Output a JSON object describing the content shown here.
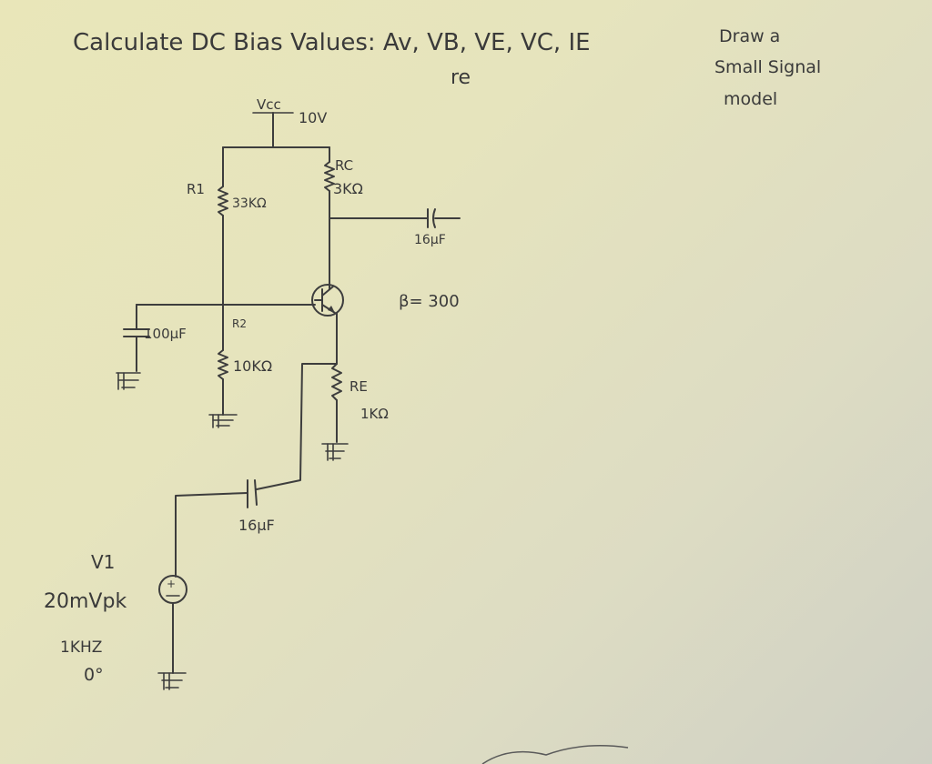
{
  "problem": {
    "heading": "Calculate DC Bias Values: Av, VB, VE, VC, IE",
    "heading_sub": "re",
    "task_line1": "Draw a",
    "task_line2": "Small Signal",
    "task_line3": "model"
  },
  "circuit": {
    "vcc_label": "Vcc",
    "vcc_value": "10V",
    "r1_label": "R1",
    "r1_value": "33KΩ",
    "rc_label": "RC",
    "rc_value": "3KΩ",
    "r2_label": "R2",
    "r2_value": "10KΩ",
    "re_label": "RE",
    "re_value": "1KΩ",
    "c_out_value": "16µF",
    "c_bypass_value": "100µF",
    "c_in_value": "16µF",
    "beta": "β= 300",
    "source_name": "V1",
    "source_amplitude": "20mVpk",
    "source_freq": "1KHZ",
    "source_phase": "0°"
  },
  "icons": [
    "ground-icon",
    "resistor-icon",
    "capacitor-icon",
    "transistor-icon",
    "ac-source-icon"
  ]
}
